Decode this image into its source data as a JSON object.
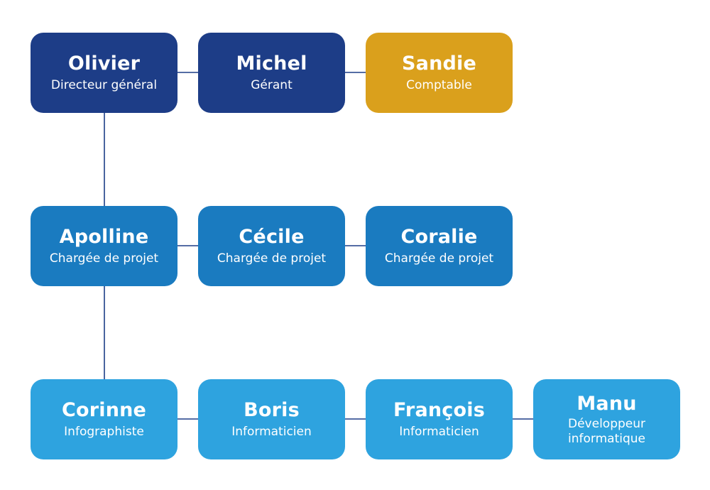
{
  "colors": {
    "level1": "#1d3d87",
    "accent": "#daa01c",
    "level2": "#1a7bc0",
    "level3": "#2ea3df",
    "connector": "#1d3d87"
  },
  "rows": [
    [
      {
        "name": "Olivier",
        "role": "Directeur général"
      },
      {
        "name": "Michel",
        "role": "Gérant"
      },
      {
        "name": "Sandie",
        "role": "Comptable"
      }
    ],
    [
      {
        "name": "Apolline",
        "role": "Chargée de projet"
      },
      {
        "name": "Cécile",
        "role": "Chargée de projet"
      },
      {
        "name": "Coralie",
        "role": "Chargée de projet"
      }
    ],
    [
      {
        "name": "Corinne",
        "role": "Infographiste"
      },
      {
        "name": "Boris",
        "role": "Informaticien"
      },
      {
        "name": "François",
        "role": "Informaticien"
      },
      {
        "name": "Manu",
        "role": "Développeur informatique"
      }
    ]
  ]
}
